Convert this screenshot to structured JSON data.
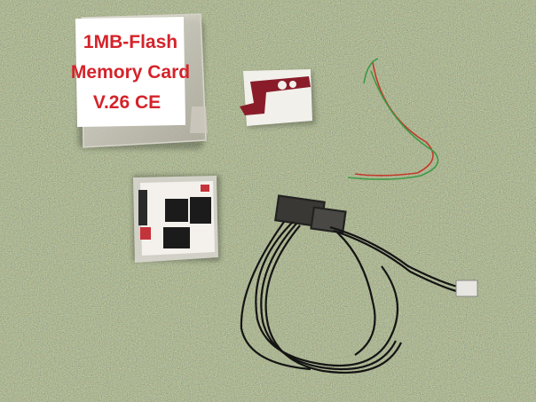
{
  "photo": {
    "card_label": {
      "line1": "1MB-Flash",
      "line2": "Memory Card",
      "line3": "V.26 CE"
    },
    "colors": {
      "carpet": "#6f6a52",
      "label_text": "#d4232a",
      "sticker_print": "#8a1c2a",
      "cable": "#141414",
      "wire_red": "#c23a2a",
      "wire_green": "#3d9a45",
      "board": "#f4f1ec",
      "chip": "#1b1b1b"
    }
  }
}
